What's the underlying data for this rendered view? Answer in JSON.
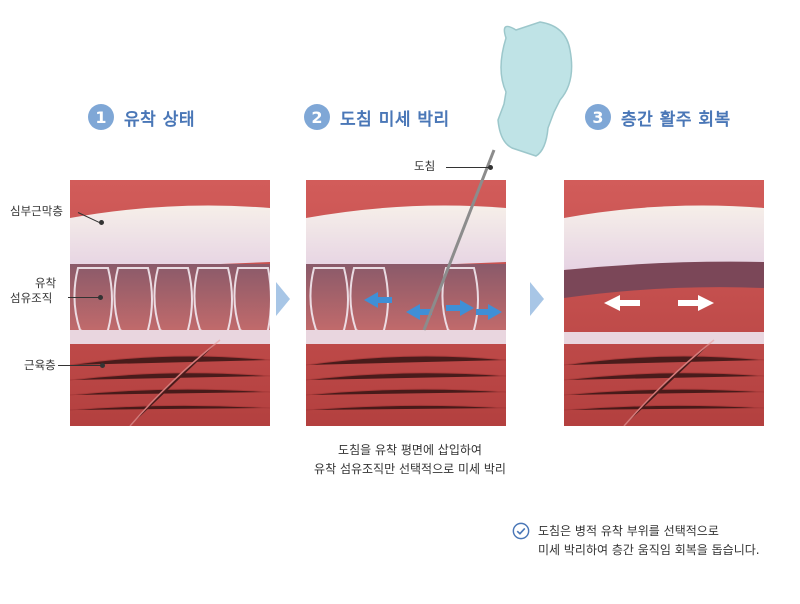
{
  "steps": [
    {
      "number": "1",
      "label": "유착 상태"
    },
    {
      "number": "2",
      "label": "도침 미세 박리"
    },
    {
      "number": "3",
      "label": "층간 활주 회복"
    }
  ],
  "labels": {
    "superficial_fascia": "심부근막층",
    "adhesion_line1": "유착",
    "adhesion_line2": "섬유조직",
    "muscle": "근육층",
    "needle": "도침"
  },
  "caption": {
    "line1": "도침을 유착 평면에 삽입하여",
    "line2": "유착 섬유조직만 선택적으로 미세 박리"
  },
  "note": {
    "line1": "도침은 병적 유착 부위를 선택적으로",
    "line2": "미세 박리하여 층간 움직임 회복을 돕습니다."
  },
  "colors": {
    "accent": "#4a77b7",
    "step_circle": "#7fa7d6",
    "fascia": "#e9dcec",
    "muscle": "#c04a4a",
    "needle_handle": "#bfe3e6",
    "arrow_blue": "#3f8fd6"
  }
}
